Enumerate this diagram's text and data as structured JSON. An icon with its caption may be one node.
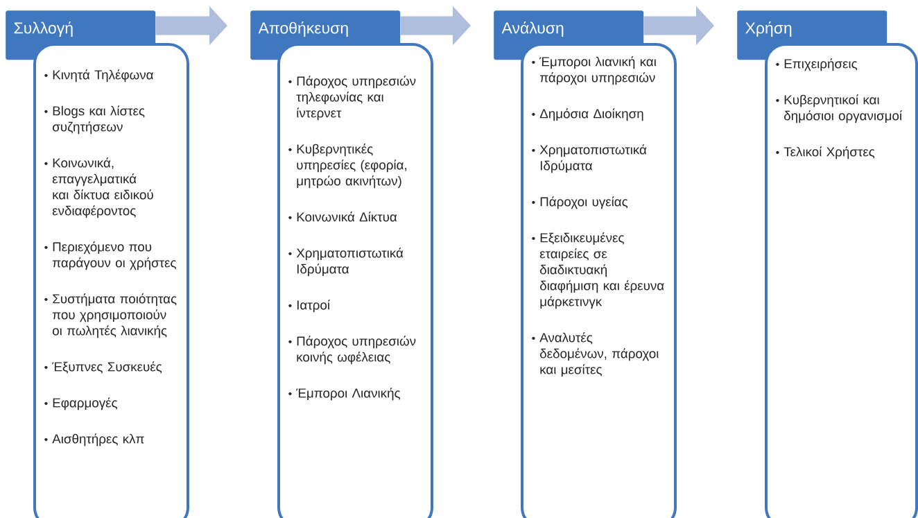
{
  "diagram": {
    "nodes": [
      {
        "text": [
          "Συλλογή"
        ]
      },
      {
        "text": [
          "Κινητά Τηλέφωνα",
          "Blogs και λίστες συζητήσεων",
          "Κοινωνικά, επαγγελματικά και δίκτυα ειδικού ενδιαφέροντος",
          "Περιεχόμενο που παράγουν οι χρήστες",
          "Συστήματα ποιότητας που χρησιμοποιούν οι πωλητές λιανικής",
          "Έξυπνες Συσκευές",
          "Εφαρμογές",
          "Αισθητήρες κλπ"
        ]
      },
      {
        "text": [
          "Αποθήκευση"
        ]
      },
      {
        "text": [
          "Πάροχος υπηρεσιών τηλεφωνίας και ίντερνετ",
          "Κυβερνητικές υπηρεσίες (εφορία, μητρώο ακινήτων)",
          "Κοινωνικά Δίκτυα",
          "Χρηματοπιστωτικά Ιδρύματα",
          "Ιατροί",
          "Πάροχος υπηρεσιών κοινής ωφέλειας",
          "Έμποροι Λιανικής"
        ]
      },
      {
        "text": [
          "Ανάλυση"
        ]
      },
      {
        "text": [
          "Έμποροι λιανική και πάροχοι υπηρεσιών",
          "Δημόσια Διοίκηση",
          "Χρηματοπιστωτικά Ιδρύματα",
          "Πάροχοι υγείας",
          "Εξειδικευμένες εταιρείες σε διαδικτυακή διαφήμιση και έρευνα μάρκετινγκ",
          "Αναλυτές δεδομένων, πάροχοι και μεσίτες"
        ]
      },
      {
        "text": [
          "Χρήση"
        ]
      },
      {
        "text": [
          "Επιχειρήσεις",
          "Κυβερνητικοί και δημόσιοι οργανισμοί",
          "Τελικοί Χρήστες"
        ]
      }
    ],
    "edges": [
      {
        "from": 0,
        "to": 2,
        "arrow": "to"
      },
      {
        "from": 2,
        "to": 4,
        "arrow": "to"
      },
      {
        "from": 4,
        "to": 6,
        "arrow": "to"
      }
    ]
  }
}
